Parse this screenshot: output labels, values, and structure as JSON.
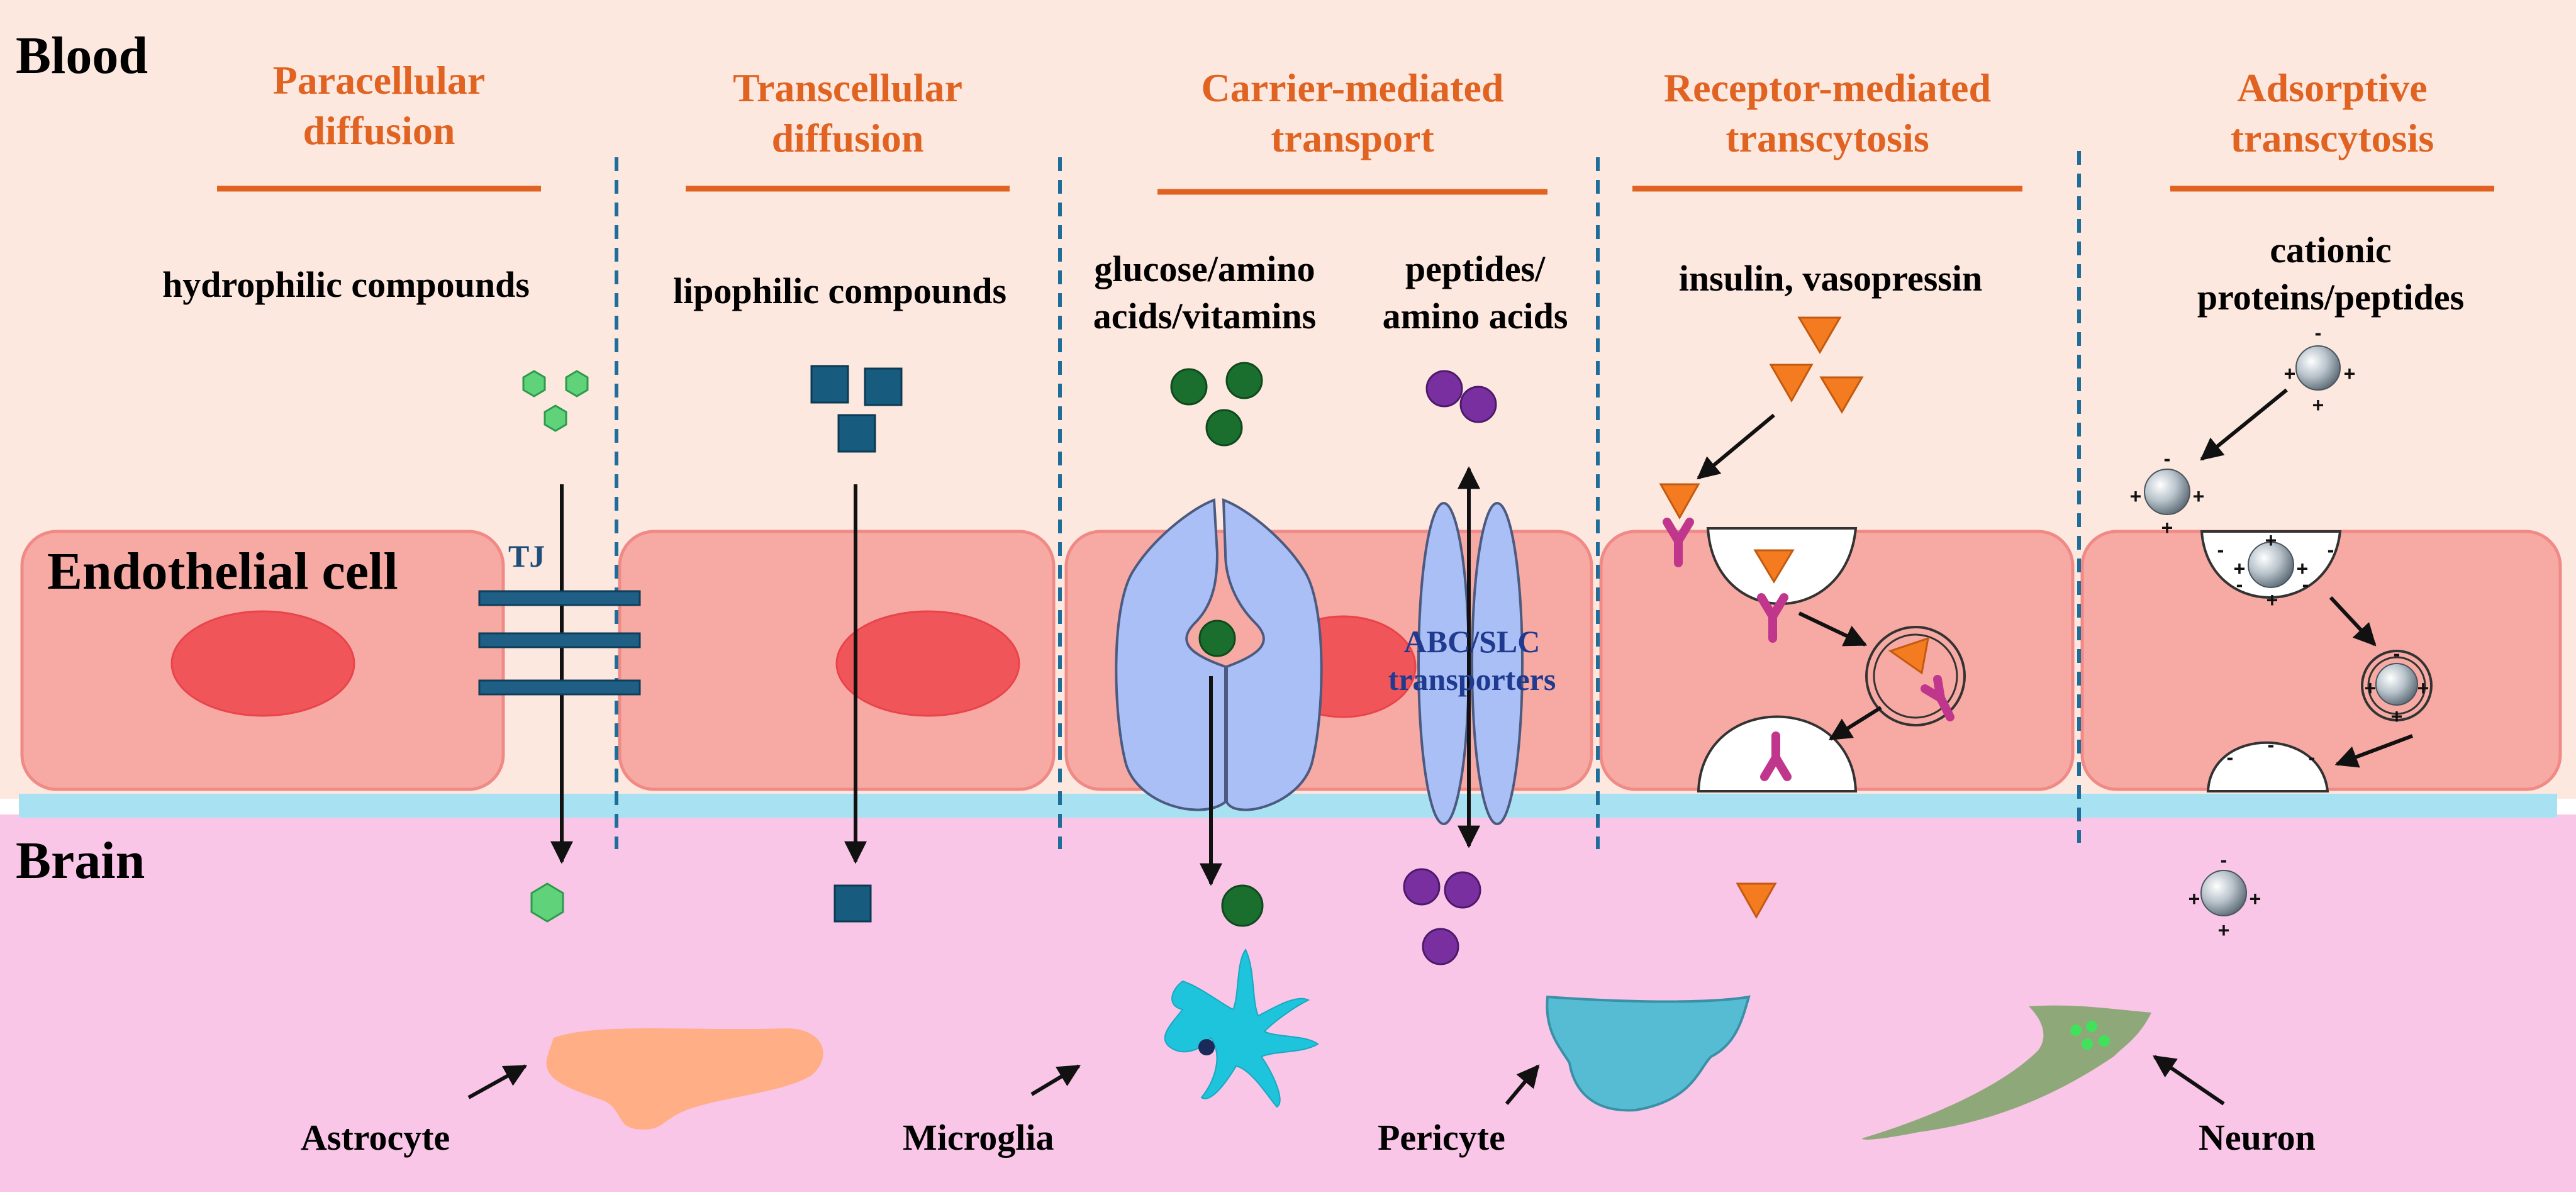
{
  "regions": {
    "blood": "Blood",
    "endothelial": "Endothelial cell",
    "brain": "Brain"
  },
  "mechanisms": [
    {
      "line1": "Paracellular",
      "line2": "diffusion"
    },
    {
      "line1": "Transcellular",
      "line2": "diffusion"
    },
    {
      "line1": "Carrier-mediated",
      "line2": "transport"
    },
    {
      "line1": "Receptor-mediated",
      "line2": "transcytosis"
    },
    {
      "line1": "Adsorptive",
      "line2": "transcytosis"
    }
  ],
  "substrates": {
    "paracellular": "hydrophilic compounds",
    "transcellular": "lipophilic compounds",
    "carrier_a_line1": "glucose/amino",
    "carrier_a_line2": "acids/vitamins",
    "carrier_b_line1": "peptides/",
    "carrier_b_line2": "amino acids",
    "receptor": "insulin, vasopressin",
    "adsorptive_line1": "cationic",
    "adsorptive_line2": "proteins/peptides"
  },
  "tight_junction": "TJ",
  "transporters": {
    "line1": "ABC/SLC",
    "line2": "transporters"
  },
  "brain_cells": {
    "astrocyte": "Astrocyte",
    "microglia": "Microglia",
    "pericyte": "Pericyte",
    "neuron": "Neuron"
  },
  "colors": {
    "blood_bg": "#fde8e0",
    "brain_bg": "#f9c6e7",
    "cell_fill": "#f7aaa3",
    "nucleus": "#f0555a",
    "membrane": "#a8e2f2",
    "mechanism_text": "#e06321",
    "divider": "#1f6e9a",
    "hydrophilic": "#5fd27a",
    "lipophilic": "#175b7e",
    "glucose": "#1a6e2e",
    "peptide": "#7a2fa0",
    "insulin": "#f47b20",
    "receptor": "#c0368c",
    "transporter": "#a9bff5",
    "astrocyte": "#ffae85",
    "microglia": "#1ec3dc",
    "pericyte": "#56bcd4",
    "neuron": "#8fa87a"
  }
}
